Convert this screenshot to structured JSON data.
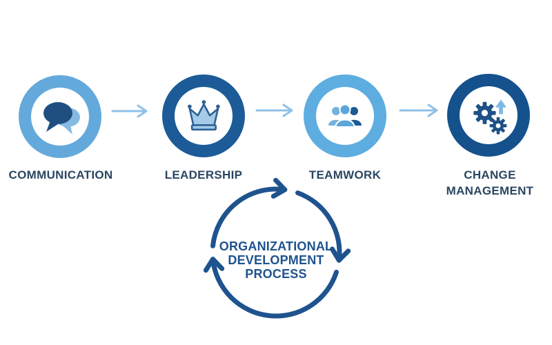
{
  "diagram": {
    "type": "process-flow-with-cycle",
    "nodes": [
      {
        "label": "COMMUNICATION",
        "icon": "speech-bubbles-icon",
        "ring_color": "#64A9DB"
      },
      {
        "label": "LEADERSHIP",
        "icon": "crown-icon",
        "ring_color": "#1C5B97"
      },
      {
        "label": "TEAMWORK",
        "icon": "people-group-icon",
        "ring_color": "#5EADE0"
      },
      {
        "label": "CHANGE MANAGEMENT",
        "icon": "gears-up-arrow-icon",
        "ring_color": "#15518C"
      }
    ],
    "connectors": {
      "style": "right-arrow",
      "color": "#8FC0E7"
    },
    "cycle": {
      "lines": [
        "ORGANIZATIONAL",
        "DEVELOPMENT",
        "PROCESS"
      ],
      "color": "#1E538E",
      "direction": "clockwise"
    },
    "label_color": "#2B4661",
    "background_color": "#FFFFFF",
    "palette": {
      "dark_navy": "#1F4F80",
      "mid_blue": "#1E5A94",
      "light_blue": "#5CA6D9",
      "pale_blue": "#85BBE3",
      "crown_fill": "#A5CBE9",
      "crown_outline": "#2D6093",
      "arrow_accent": "#7EB9E4"
    }
  }
}
